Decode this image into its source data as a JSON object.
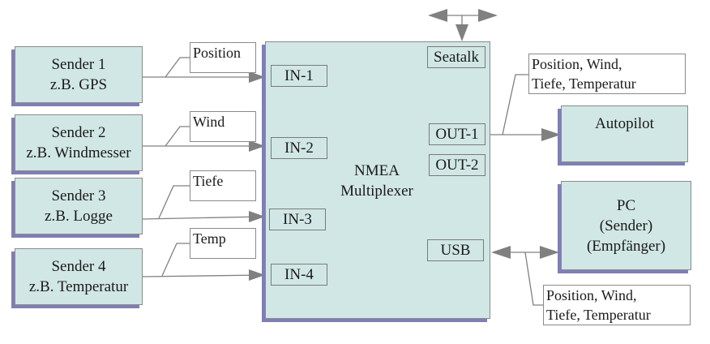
{
  "senders": [
    {
      "line1": "Sender 1",
      "line2": "z.B. GPS"
    },
    {
      "line1": "Sender 2",
      "line2": "z.B. Windmesser"
    },
    {
      "line1": "Sender 3",
      "line2": "z.B. Logge"
    },
    {
      "line1": "Sender 4",
      "line2": "z.B. Temperatur"
    }
  ],
  "input_labels": [
    "Position",
    "Wind",
    "Tiefe",
    "Temp"
  ],
  "multiplexer": {
    "line1": "NMEA",
    "line2": "Multiplexer",
    "ports": {
      "in1": "IN-1",
      "in2": "IN-2",
      "in3": "IN-3",
      "in4": "IN-4",
      "seatalk": "Seatalk",
      "out1": "OUT-1",
      "out2": "OUT-2",
      "usb": "USB"
    }
  },
  "out1_label": {
    "line1": "Position, Wind,",
    "line2": "Tiefe, Temperatur"
  },
  "usb_label": {
    "line1": "Position, Wind,",
    "line2": "Tiefe, Temperatur"
  },
  "autopilot": {
    "label": "Autopilot"
  },
  "pc": {
    "line1": "PC",
    "line2": "(Sender)",
    "line3": "(Empfänger)"
  },
  "colors": {
    "box_fill": "#d1e7e5",
    "shadow": "#7f7fb5",
    "arrow": "#808080"
  }
}
